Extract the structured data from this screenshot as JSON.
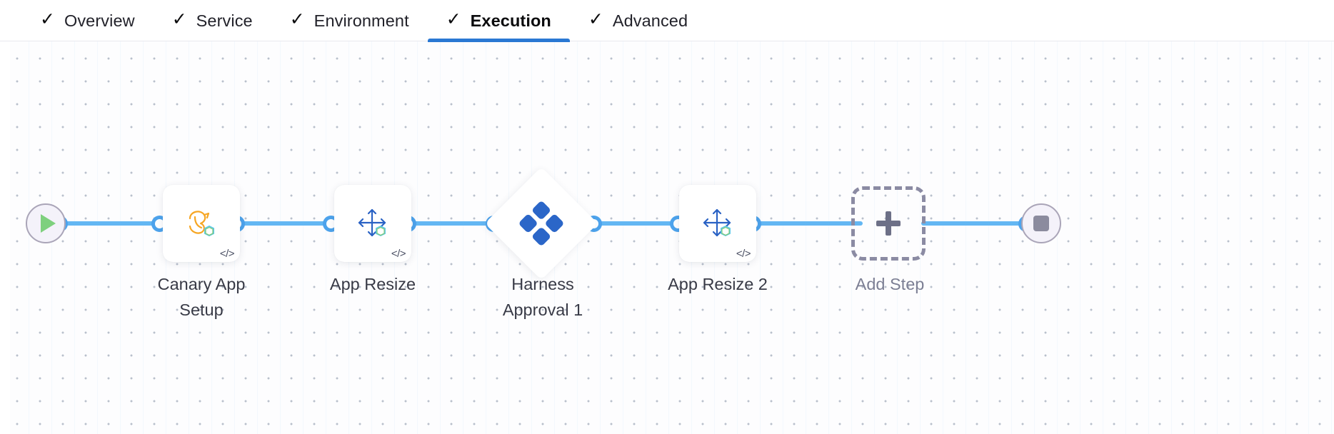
{
  "tabs": [
    {
      "label": "Overview",
      "check": "✓",
      "active": false
    },
    {
      "label": "Service",
      "check": "✓",
      "active": false
    },
    {
      "label": "Environment",
      "check": "✓",
      "active": false
    },
    {
      "label": "Execution",
      "check": "✓",
      "active": true
    },
    {
      "label": "Advanced",
      "check": "✓",
      "active": false
    }
  ],
  "colors": {
    "accent_blue": "#2a78d3",
    "link_blue": "#63b7f3",
    "port_blue": "#4da3ec",
    "harness_blue": "#2b66c8",
    "start_green": "#7ed07e",
    "stop_gray": "#8b8b9e",
    "dashed_gray": "#8b8ba3",
    "label_gray": "#383a46",
    "muted_gray": "#7c7f94",
    "tanzu_orange": "#f6a623"
  },
  "pipeline": {
    "start_node": {
      "name": "start",
      "icon": "play-icon"
    },
    "end_node": {
      "name": "end",
      "icon": "stop-icon"
    },
    "steps": [
      {
        "label": "Canary App\nSetup",
        "icon": "tanzu-bird-icon",
        "badge": "</>",
        "type": "card"
      },
      {
        "label": "App Resize",
        "icon": "app-resize-icon",
        "badge": "</>",
        "type": "card"
      },
      {
        "label": "Harness\nApproval 1",
        "icon": "harness-logo-icon",
        "badge": "",
        "type": "diamond"
      },
      {
        "label": "App Resize 2",
        "icon": "app-resize-icon",
        "badge": "</>",
        "type": "card"
      }
    ],
    "add_step": {
      "label": "Add Step",
      "icon": "plus-icon"
    }
  }
}
